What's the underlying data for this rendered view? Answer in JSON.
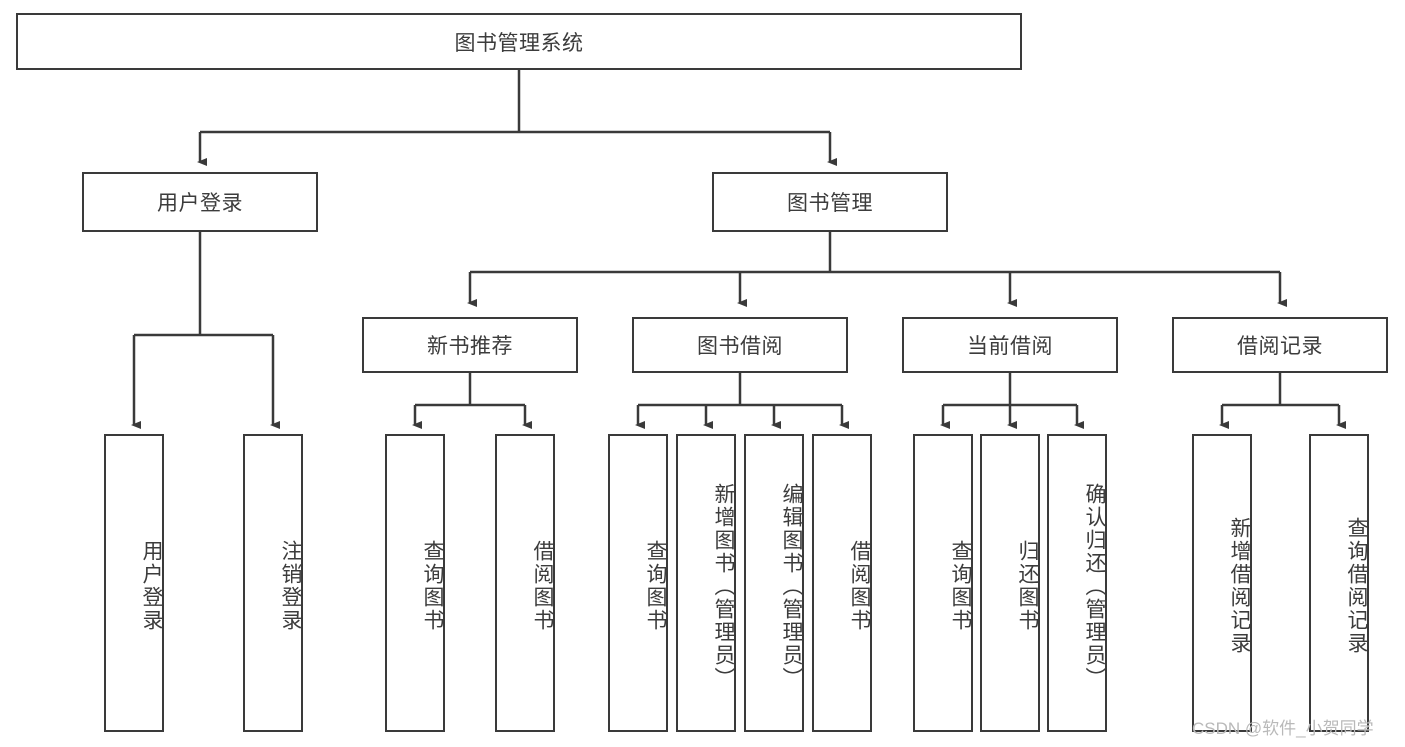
{
  "diagram": {
    "title": "图书管理系统",
    "type": "hierarchy-tree",
    "root": {
      "label": "图书管理系统"
    },
    "level2": [
      {
        "label": "用户登录"
      },
      {
        "label": "图书管理"
      }
    ],
    "level3": [
      {
        "label": "新书推荐"
      },
      {
        "label": "图书借阅"
      },
      {
        "label": "当前借阅"
      },
      {
        "label": "借阅记录"
      }
    ],
    "leaves": {
      "user_login": [
        "用户登录",
        "注销登录"
      ],
      "new_book_recommend": [
        "查询图书",
        "借阅图书"
      ],
      "book_borrow": [
        "查询图书",
        "新增图书（管理员）",
        "编辑图书（管理员）",
        "借阅图书"
      ],
      "current_borrow": [
        "查询图书",
        "归还图书",
        "确认归还（管理员）"
      ],
      "borrow_record": [
        "新增借阅记录",
        "查询借阅记录"
      ]
    }
  },
  "watermark": {
    "text": "CSDN @软件_小贺同学"
  },
  "colors": {
    "stroke": "#3a3a3a",
    "text": "#3c3c3c",
    "background": "#ffffff",
    "watermark": "#b9b9b9"
  }
}
